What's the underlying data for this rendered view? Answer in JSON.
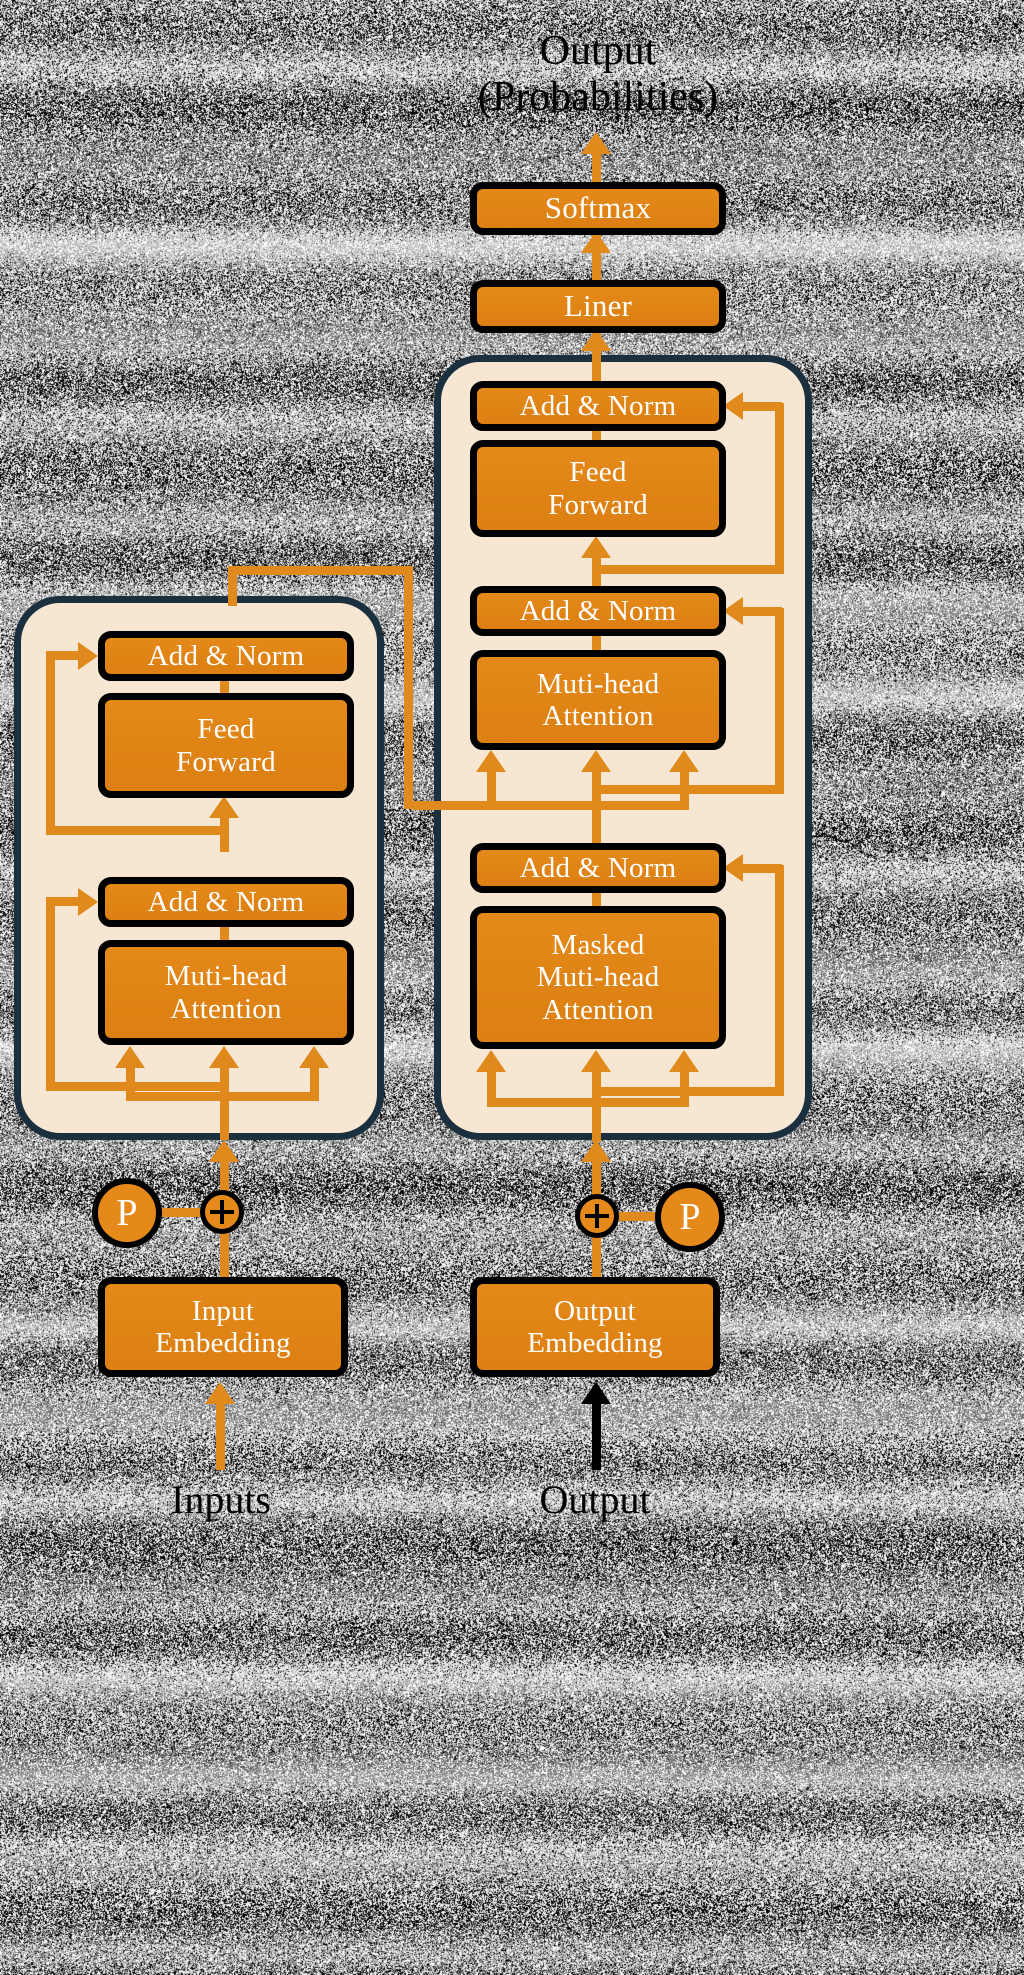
{
  "diagram": {
    "title": "Transformer Architecture",
    "colors": {
      "box_fill": "#E0891A",
      "box_border": "#000000",
      "shell_fill": "#F7E7D2",
      "shell_border": "#1B303F",
      "arrow": "#E08A1E",
      "box_text": "#FFFFFF",
      "label_text": "#000000"
    },
    "labels": {
      "output_probabilities": "Output\n(Probabilities)",
      "inputs": "Inputs",
      "output": "Output"
    },
    "top_stack": [
      {
        "name": "softmax",
        "label": "Softmax"
      },
      {
        "name": "liner",
        "label": "Liner"
      }
    ],
    "encoder": {
      "name": "encoder-block",
      "boxes": [
        {
          "name": "encoder-add-norm-2",
          "label": "Add & Norm"
        },
        {
          "name": "encoder-feed-forward",
          "label": "Feed\nForward"
        },
        {
          "name": "encoder-add-norm-1",
          "label": "Add & Norm"
        },
        {
          "name": "encoder-multi-head-attention",
          "label": "Muti-head\nAttention"
        }
      ]
    },
    "decoder": {
      "name": "decoder-block",
      "boxes": [
        {
          "name": "decoder-add-norm-3",
          "label": "Add & Norm"
        },
        {
          "name": "decoder-feed-forward",
          "label": "Feed\nForward"
        },
        {
          "name": "decoder-add-norm-2",
          "label": "Add & Norm"
        },
        {
          "name": "decoder-multi-head-attention",
          "label": "Muti-head\nAttention"
        },
        {
          "name": "decoder-add-norm-1",
          "label": "Add & Norm"
        },
        {
          "name": "decoder-masked-multi-head-attention",
          "label": "Masked\nMuti-head\nAttention"
        }
      ]
    },
    "embeddings": [
      {
        "name": "input-embedding",
        "label": "Input\nEmbedding"
      },
      {
        "name": "output-embedding",
        "label": "Output\nEmbedding"
      }
    ],
    "positional": [
      {
        "name": "positional-encoding-left",
        "label": "P"
      },
      {
        "name": "positional-encoding-right",
        "label": "P"
      }
    ]
  }
}
